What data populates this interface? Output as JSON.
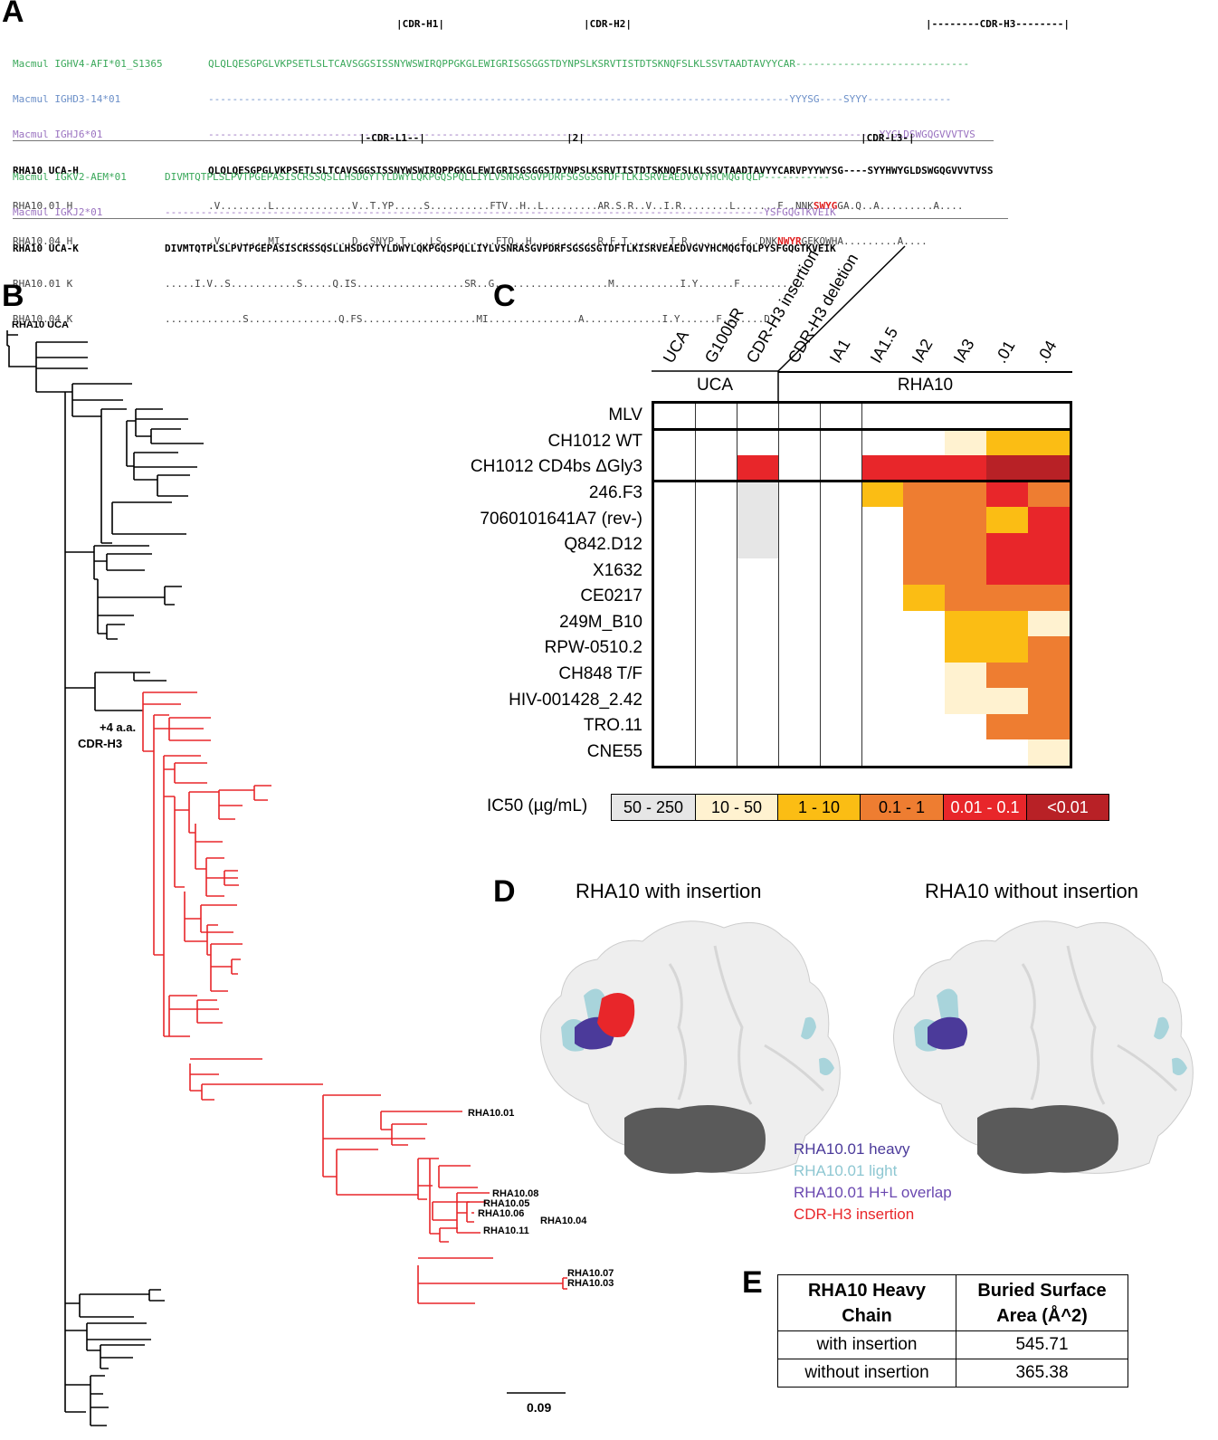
{
  "panels": {
    "a": "A",
    "b": "B",
    "c": "C",
    "d": "D",
    "e": "E"
  },
  "panel_a": {
    "cdr_h1": "|CDR-H1|",
    "cdr_h2": "|CDR-H2|",
    "cdr_h3": "|--------CDR-H3--------|",
    "cdr_l1": "|-CDR-L1--|",
    "cdr_l2": "|2|",
    "cdr_l3": "|CDR-L3-|",
    "heavy": [
      {
        "label": "Macmul IGHV4-AFI*01_S1365",
        "seq": "QLQLQESGPGLVKPSETLSLTCAVSGGSISSNYWSWIRQPPGKGLEWIGRISGSGGSTDYNPSLKSRVTISTDTSKNQFSLKLSSVTAADTAVYYCAR-----------------------------",
        "style": "green"
      },
      {
        "label": "Macmul IGHD3-14*01",
        "seq": "-------------------------------------------------------------------------------------------------YYYSG----SYYY--------------",
        "style": "blue"
      },
      {
        "label": "Macmul IGHJ6*01",
        "seq": "----------------------------------------------------------------------------------------------------------------YYGLDSWGQGVVVTVS",
        "style": "purple"
      },
      {
        "label": "RHA10 UCA-H",
        "seq": "QLQLQESGPGLVKPSETLSLTCAVSGGSISSNYWSWIRQPPGKGLEWIGRISGSGGSTDYNPSLKSRVTISTDTSKNQFSLKLSSVTAADTAVYYCARVPYYWYSG----SYYHWYGLDSWGQGVVVTVSS",
        "style": "boldline"
      },
      {
        "label": "RHA10.01 H",
        "seq_pre": ".V........L.............V..T.YP.....S..........FTV..H..L.........AR.S.R..V..I.R........L.......F..NNK",
        "seq_red": "SWYG",
        "seq_post": "GA.Q..A.........A....",
        "style": "grey"
      },
      {
        "label": "RHA10.04 H",
        "seq_pre": ".V........MI............D..SNYP.T....LS.........FTQ..H...........R.F.T.......T.R.........F..DNK",
        "seq_red": "NWYR",
        "seq_post": "GEKQWHA.........A....",
        "style": "grey"
      }
    ],
    "kappa": [
      {
        "label": "Macmul IGKV2-AEM*01",
        "seq": "DIVMTQTPLSLPVTPGEPASISCRSSQSLLHSDGYTYLDWYLQKPGQSPQLLIYLVSNRASGVPDRFSGSGSGTDFTLKISRVEAEDVGVYHCMQGTQLP-----------",
        "style": "green"
      },
      {
        "label": "Macmul IGKJ2*01",
        "seq": "----------------------------------------------------------------------------------------------------YSFGQGTKVEIK",
        "style": "purple"
      },
      {
        "label": "RHA10 UCA-K",
        "seq": "DIVMTQTPLSLPVTPGEPASISCRSSQSLLHSDGYTYLDWYLQKPGQSPQLLIYLVSNRASGVPDRFSGSGSGTDFTLKISRVEAEDVGVYHCMQGTQLPYSFGQGTKVEIK",
        "style": "boldline"
      },
      {
        "label": "RHA10.01 K",
        "seq": ".....I.V..S...........S.....Q.IS..................SR..G...................M...........I.Y......F...........",
        "style": "grey"
      },
      {
        "label": "RHA10.04 K",
        "seq": ".............S...............Q.FS...................MI...............A.............I.Y......F.......D..",
        "style": "grey"
      }
    ]
  },
  "panel_b": {
    "uca_label": "RHA10 UCA",
    "insertion_label_1": "+4 a.a.",
    "insertion_label_2": "CDR-H3",
    "leaves": [
      "RHA10.01",
      "RHA10.08",
      "RHA10.05",
      "RHA10.06",
      "RHA10.04",
      "RHA10.11",
      "RHA10.07",
      "RHA10.03"
    ],
    "scale_label": "0.09",
    "colors": {
      "black": "#000000",
      "red": "#e8262a"
    }
  },
  "panel_c": {
    "columns": [
      "UCA",
      "G100bR",
      "CDR-H3 insertion",
      "CDR-H3 deletion",
      "IA1",
      "IA1.5",
      "IA2",
      "IA3",
      ".01",
      ".04"
    ],
    "groups": [
      "UCA",
      "RHA10"
    ],
    "rows": [
      "MLV",
      "CH1012 WT",
      "CH1012 CD4bs ΔGly3",
      "246.F3",
      "7060101641A7 (rev-)",
      "Q842.D12",
      "X1632",
      "CE0217",
      "249M_B10",
      "RPW-0510.2",
      "CH848 T/F",
      "HIV-001428_2.42",
      "TRO.11",
      "CNE55"
    ],
    "legend_title": "IC50 (µg/mL)",
    "legend": [
      {
        "label": "50 - 250",
        "color": "#e6e6e6"
      },
      {
        "label": "10 - 50",
        "color": "#fff2d0"
      },
      {
        "label": "1 - 10",
        "color": "#fbbd14"
      },
      {
        "label": "0.1 - 1",
        "color": "#ee7d31"
      },
      {
        "label": "0.01 - 0.1",
        "color": "#e8262a"
      },
      {
        "label": "<0.01",
        "color": "#b82126"
      }
    ],
    "chart_data": {
      "type": "heatmap",
      "note_levels": "0 = not shown/white, 1 = 50-250, 2 = 10-50, 3 = 1-10, 4 = 0.1-1, 5 = 0.01-0.1, 6 = <0.01",
      "values": [
        [
          0,
          0,
          0,
          0,
          0,
          0,
          0,
          0,
          0,
          0
        ],
        [
          0,
          0,
          0,
          0,
          0,
          0,
          0,
          2,
          3,
          3
        ],
        [
          0,
          0,
          5,
          0,
          0,
          5,
          5,
          5,
          6,
          6
        ],
        [
          0,
          0,
          1,
          0,
          0,
          3,
          4,
          4,
          5,
          4
        ],
        [
          0,
          0,
          1,
          0,
          0,
          0,
          4,
          4,
          3,
          5
        ],
        [
          0,
          0,
          1,
          0,
          0,
          0,
          4,
          4,
          5,
          5
        ],
        [
          0,
          0,
          0,
          0,
          0,
          0,
          4,
          4,
          5,
          5
        ],
        [
          0,
          0,
          0,
          0,
          0,
          0,
          3,
          4,
          4,
          4
        ],
        [
          0,
          0,
          0,
          0,
          0,
          0,
          0,
          3,
          3,
          2
        ],
        [
          0,
          0,
          0,
          0,
          0,
          0,
          0,
          3,
          3,
          4
        ],
        [
          0,
          0,
          0,
          0,
          0,
          0,
          0,
          2,
          4,
          4
        ],
        [
          0,
          0,
          0,
          0,
          0,
          0,
          0,
          2,
          2,
          4
        ],
        [
          0,
          0,
          0,
          0,
          0,
          0,
          0,
          0,
          4,
          4
        ],
        [
          0,
          0,
          0,
          0,
          0,
          0,
          0,
          0,
          0,
          2
        ]
      ]
    }
  },
  "panel_d": {
    "title_left": "RHA10 with insertion",
    "title_right": "RHA10 without insertion",
    "legend": [
      {
        "label": "RHA10.01 heavy",
        "color": "#4b3a9a"
      },
      {
        "label": "RHA10.01 light",
        "color": "#8ec7d2"
      },
      {
        "label": "RHA10.01 H+L overlap",
        "color": "#6a48b0"
      },
      {
        "label": "CDR-H3 insertion",
        "color": "#e8262a"
      }
    ]
  },
  "panel_e": {
    "header_1": "RHA10 Heavy Chain",
    "header_2": "Buried Surface Area (Å^2)",
    "rows": [
      {
        "label": "with insertion",
        "value": "545.71"
      },
      {
        "label": "without insertion",
        "value": "365.38"
      }
    ]
  }
}
